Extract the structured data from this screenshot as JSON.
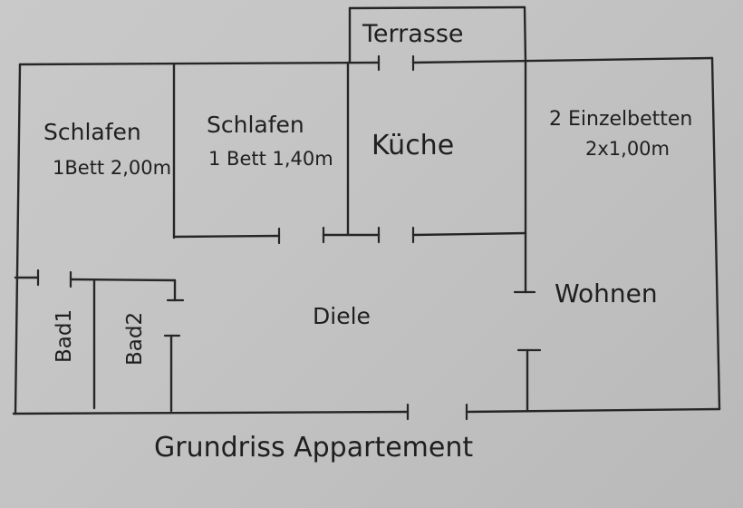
{
  "labels": {
    "terrasse": "Terrasse",
    "schlafen_left": "Schlafen",
    "bed_left": "1Bett 2,00m",
    "schlafen_mid": "Schlafen",
    "bed_mid": "1 Bett 1,40m",
    "kueche": "Küche",
    "einzelbetten": "2 Einzelbetten",
    "einzelbetten_size": "2x1,00m",
    "wohnen": "Wohnen",
    "diele": "Diele",
    "bad1": "Bad1",
    "bad2": "Bad2",
    "caption": "Grundriss Appartement"
  },
  "colors": {
    "paper": "#c6c6c6",
    "ink": "#262626"
  }
}
